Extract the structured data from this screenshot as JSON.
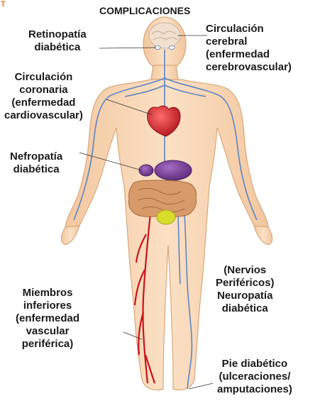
{
  "title": "COMPLICACIONES",
  "corner_mark": "T",
  "labels": {
    "retinopatia": [
      "Retinopatía",
      "diabética"
    ],
    "cerebral": [
      "Circulación",
      "cerebral",
      "(enfermedad",
      "cerebrovascular)"
    ],
    "coronaria": [
      "Circulación",
      "coronaria",
      "(enfermedad",
      "cardiovascular)"
    ],
    "nefropatia": [
      "Nefropatía",
      "diabética"
    ],
    "neuropatia": [
      "(Nervios",
      "Periféricos)",
      "Neuropatía",
      "diabética"
    ],
    "miembros": [
      "Miembros",
      "inferiores",
      "(enfermedad",
      "vascular",
      "periférica)"
    ],
    "pie": [
      "Pie diabético",
      "(ulceraciones/",
      "amputaciones)"
    ]
  },
  "colors": {
    "skin": "#f6d4b0",
    "skin_outline": "#d9a77a",
    "nerve": "#5b86c4",
    "artery": "#c8141a",
    "heart": "#d42a30",
    "organ_purple": "#7a3e9a",
    "intestine": "#d99a6a",
    "bladder": "#d8dc2a",
    "brain": "#f1e0d0"
  }
}
